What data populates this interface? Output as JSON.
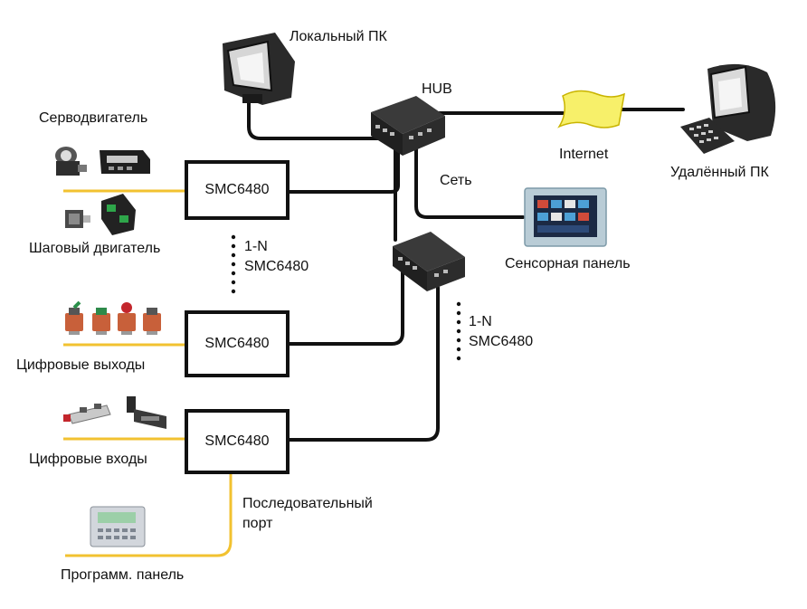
{
  "labels": {
    "local_pc": "Локальный ПК",
    "hub": "HUB",
    "internet": "Internet",
    "remote_pc": "Удалённый ПК",
    "servo": "Серводвигатель",
    "network": "Сеть",
    "stepper": "Шаговый двигатель",
    "touch_panel": "Сенсорная панель",
    "digital_outputs": "Цифровые выходы",
    "digital_inputs": "Цифровые входы",
    "serial_port": "Последовательный\nпорт",
    "prog_panel": "Программ. панель",
    "multi_1": "1-N\nSMC6480",
    "multi_2": "1-N\nSMC6480"
  },
  "controllers": [
    {
      "label": "SMC6480"
    },
    {
      "label": "SMC6480"
    },
    {
      "label": "SMC6480"
    }
  ],
  "colors": {
    "cable": "#111111",
    "signal_wire": "#f2c230",
    "screen_blue": "#6fa3c9"
  }
}
